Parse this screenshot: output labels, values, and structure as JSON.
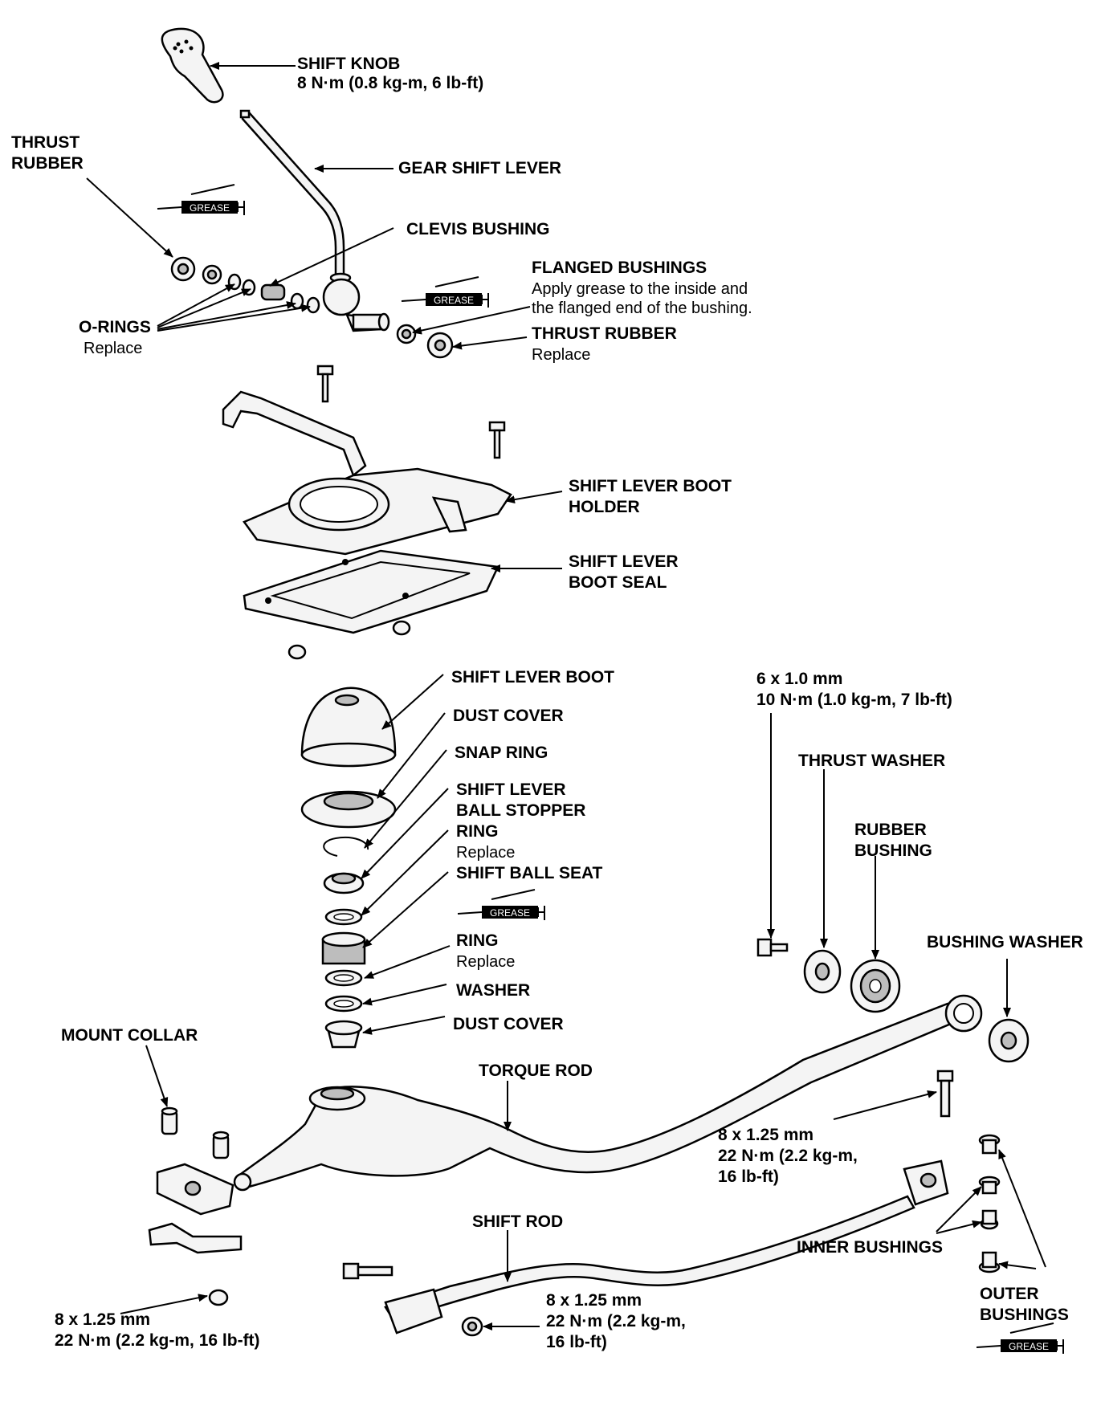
{
  "labels": {
    "shift_knob": "SHIFT KNOB",
    "shift_knob_torque": "8 N·m (0.8 kg-m, 6 lb-ft)",
    "thrust_rubber_top_1": "THRUST",
    "thrust_rubber_top_2": "RUBBER",
    "gear_shift_lever": "GEAR SHIFT LEVER",
    "clevis_bushing": "CLEVIS BUSHING",
    "flanged_bushings": "FLANGED BUSHINGS",
    "flanged_note_1": "Apply grease to the inside and",
    "flanged_note_2": "the flanged end of the bushing.",
    "o_rings": "O-RINGS",
    "o_rings_note": "Replace",
    "thrust_rubber": "THRUST RUBBER",
    "thrust_rubber_note": "Replace",
    "boot_holder_1": "SHIFT LEVER BOOT",
    "boot_holder_2": "HOLDER",
    "boot_seal_1": "SHIFT LEVER",
    "boot_seal_2": "BOOT SEAL",
    "shift_lever_boot": "SHIFT LEVER BOOT",
    "dust_cover_top": "DUST COVER",
    "snap_ring": "SNAP RING",
    "ball_stopper_1": "SHIFT LEVER",
    "ball_stopper_2": "BALL STOPPER",
    "ring_1": "RING",
    "ring_1_note": "Replace",
    "shift_ball_seat": "SHIFT BALL SEAT",
    "ring_2": "RING",
    "ring_2_note": "Replace",
    "washer": "WASHER",
    "dust_cover_bottom": "DUST COVER",
    "bolt_top_size": "6 x 1.0 mm",
    "bolt_top_torque": "10 N·m (1.0 kg-m, 7 lb-ft)",
    "thrust_washer": "THRUST WASHER",
    "rubber_bushing_1": "RUBBER",
    "rubber_bushing_2": "BUSHING",
    "bushing_washer": "BUSHING WASHER",
    "mount_collar": "MOUNT COLLAR",
    "torque_rod": "TORQUE ROD",
    "bolt_mid_size": "8 x 1.25 mm",
    "bolt_mid_torque_1": "22 N·m (2.2 kg-m,",
    "bolt_mid_torque_2": "16 lb-ft)",
    "shift_rod": "SHIFT ROD",
    "inner_bushings": "INNER BUSHINGS",
    "outer_bushings_1": "OUTER",
    "outer_bushings_2": "BUSHINGS",
    "bolt_left_size": "8 x 1.25 mm",
    "bolt_left_torque": "22 N·m (2.2 kg-m, 16 lb-ft)",
    "bolt_low_size": "8 x 1.25 mm",
    "bolt_low_torque_1": "22 N·m (2.2 kg-m,",
    "bolt_low_torque_2": "16 lb-ft)"
  },
  "grease": "GREASE"
}
